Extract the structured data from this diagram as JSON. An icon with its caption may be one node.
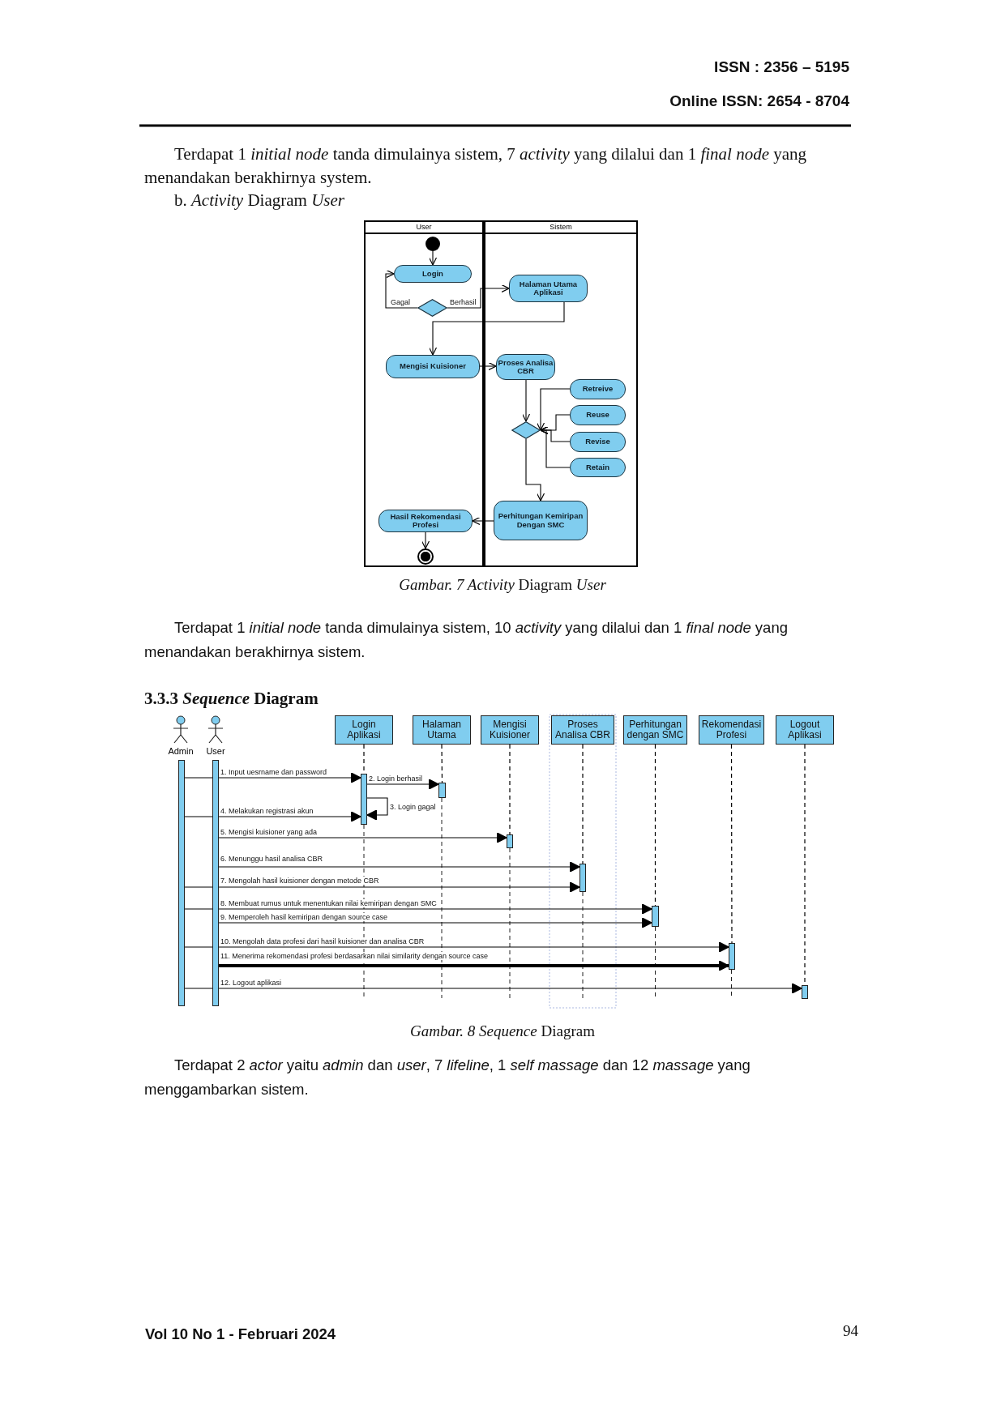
{
  "diagram": {
    "nodes": [
      {
        "text": [
          "User"
        ]
      },
      {
        "text": [
          "Sistem"
        ]
      },
      {
        "text": [],
        "shape": "circle",
        "in": 0
      },
      {
        "text": [
          "Login"
        ],
        "in": 0
      },
      {
        "text": [
          "Halaman Utama Aplikasi"
        ],
        "in": 1
      },
      {
        "text": [],
        "shape": "diamond",
        "in": 0
      },
      {
        "text": [
          "Mengisi Kuisioner"
        ],
        "in": 0
      },
      {
        "text": [
          "Proses Analisa CBR"
        ],
        "in": 1
      },
      {
        "text": [
          "Retreive"
        ],
        "in": 1
      },
      {
        "text": [
          "Reuse"
        ],
        "in": 1
      },
      {
        "text": [
          "Revise"
        ],
        "in": 1
      },
      {
        "text": [
          "Retain"
        ],
        "in": 1
      },
      {
        "text": [],
        "shape": "diamond",
        "in": 1
      },
      {
        "text": [
          "Perhitungan Kemiripan Dengan SMC"
        ],
        "in": 1
      },
      {
        "text": [
          "Hasil Rekomendasi Profesi"
        ],
        "in": 0
      },
      {
        "text": [],
        "shape": "circle",
        "in": 0
      },
      {
        "text": [
          "Admin"
        ]
      },
      {
        "text": [
          "User"
        ]
      },
      {
        "text": [
          "Login Aplikasi"
        ]
      },
      {
        "text": [
          "Halaman Utama"
        ]
      },
      {
        "text": [
          "Mengisi Kuisioner"
        ]
      },
      {
        "text": [
          "Proses Analisa CBR"
        ]
      },
      {
        "text": [
          "Perhitungan dengan SMC"
        ]
      },
      {
        "text": [
          "Rekomendasi Profesi"
        ]
      },
      {
        "text": [
          "Logout Aplikasi"
        ]
      },
      {
        "text": [],
        "shape": "bar"
      },
      {
        "text": [],
        "shape": "bar"
      },
      {
        "text": [],
        "shape": "bar"
      },
      {
        "text": [],
        "shape": "bar"
      },
      {
        "text": [],
        "shape": "bar"
      },
      {
        "text": [],
        "shape": "bar"
      },
      {
        "text": [],
        "shape": "bar"
      },
      {
        "text": [],
        "shape": "bar"
      },
      {
        "text": [],
        "shape": "bar"
      }
    ],
    "edges": [
      {
        "from": 2,
        "to": 3,
        "arrow": "to"
      },
      {
        "from": 5,
        "to": 3,
        "arrow": "to",
        "label": "Gagal"
      },
      {
        "from": 5,
        "to": 4,
        "arrow": "to",
        "label": "Berhasil"
      },
      {
        "from": 4,
        "to": 6,
        "arrow": "to"
      },
      {
        "from": 6,
        "to": 7,
        "arrow": "to"
      },
      {
        "from": 7,
        "to": 12,
        "arrow": "to"
      },
      {
        "from": 8,
        "to": 12,
        "arrow": "to"
      },
      {
        "from": 9,
        "to": 12,
        "arrow": "to"
      },
      {
        "from": 10,
        "to": 12,
        "arrow": "to"
      },
      {
        "from": 11,
        "to": 12,
        "arrow": "to"
      },
      {
        "from": 12,
        "to": 13,
        "arrow": "to"
      },
      {
        "from": 13,
        "to": 14,
        "arrow": "to"
      },
      {
        "from": 14,
        "to": 15,
        "arrow": "to"
      },
      {
        "from": 25,
        "to": 27,
        "arrow": "to",
        "label": "1. Input uesrname dan password"
      },
      {
        "from": 27,
        "to": 28,
        "arrow": "to",
        "label": "2. Login berhasil"
      },
      {
        "from": 27,
        "to": 27,
        "arrow": "to",
        "label": "3. Login gagal"
      },
      {
        "from": 25,
        "to": 27,
        "arrow": "to",
        "label": "4. Melakukan registrasi akun"
      },
      {
        "from": 26,
        "to": 29,
        "arrow": "to",
        "label": "5. Mengisi kuisioner yang ada"
      },
      {
        "from": 26,
        "to": 30,
        "arrow": "to",
        "label": "6. Menunggu hasil analisa CBR"
      },
      {
        "from": 25,
        "to": 30,
        "arrow": "to",
        "label": "7. Mengolah hasil kuisioner dengan metode CBR"
      },
      {
        "from": 25,
        "to": 31,
        "arrow": "to",
        "label": "8. Membuat rumus untuk menentukan nilai kemiripan dengan SMC"
      },
      {
        "from": 26,
        "to": 31,
        "arrow": "to",
        "label": "9. Memperoleh hasil kemiripan dengan source case"
      },
      {
        "from": 25,
        "to": 32,
        "arrow": "to",
        "label": "10. Mengolah data profesi dari hasil kuisioner dan analisa CBR"
      },
      {
        "from": 26,
        "to": 32,
        "arrow": "to",
        "label": "11. Menerima rekomendasi profesi berdasarkan nilai similarity dengan source case",
        "style": "thick"
      },
      {
        "from": 25,
        "to": 33,
        "arrow": "to",
        "label": "12. Logout aplikasi"
      },
      {
        "from": 18,
        "to": 27,
        "arrow": "none",
        "style": "dashed"
      },
      {
        "from": 19,
        "to": 28,
        "arrow": "none",
        "style": "dashed"
      },
      {
        "from": 20,
        "to": 29,
        "arrow": "none",
        "style": "dashed"
      },
      {
        "from": 21,
        "to": 30,
        "arrow": "none",
        "style": "dashed"
      },
      {
        "from": 22,
        "to": 31,
        "arrow": "none",
        "style": "dashed"
      },
      {
        "from": 23,
        "to": 32,
        "arrow": "none",
        "style": "dashed"
      },
      {
        "from": 24,
        "to": 33,
        "arrow": "none",
        "style": "dashed"
      }
    ],
    "labels": [
      "ISSN : 2356 – 5195",
      "Online ISSN: 2654 - 8704",
      "Terdapat 1 *initial node* tanda dimulainya sistem, 7 *activity* yang dilalui dan 1 *final node* yang menandakan berakhirnya system.",
      "b. *Activity* Diagram *User*",
      "*Gambar. 7 Activity* Diagram *User*",
      "Terdapat 1 *initial node* tanda dimulainya sistem, 10 *activity* yang dilalui dan 1 *final node* yang menandakan berakhirnya sistem.",
      "3.3.3 *Sequence* Diagram",
      "*Gambar. 8 Sequence* Diagram",
      "Terdapat 2 *actor* yaitu *admin* dan *user*, 7 *lifeline*, 1 *self massage* dan 12 *massage* yang menggambarkan sistem.",
      "Vol 10 No 1 - Februari 2024",
      "94"
    ]
  }
}
